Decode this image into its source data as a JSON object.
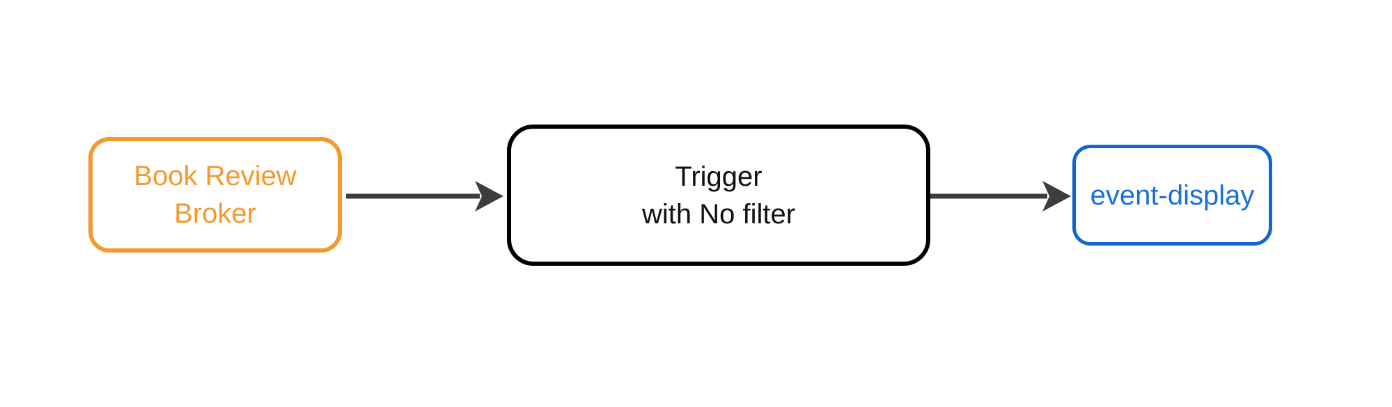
{
  "nodes": {
    "broker": {
      "lines": [
        "Book Review",
        "Broker"
      ]
    },
    "trigger": {
      "lines": [
        "Trigger",
        "with No filter"
      ]
    },
    "event_display": {
      "lines": [
        "event-display"
      ]
    }
  },
  "edges": [
    {
      "from": "Book Review Broker",
      "to": "Trigger with No filter"
    },
    {
      "from": "Trigger with No filter",
      "to": "event-display"
    }
  ],
  "colors": {
    "background": "#ffffff",
    "broker_border": "#f5992f",
    "broker_text": "#f5992f",
    "trigger_border": "#000000",
    "trigger_text": "#111111",
    "event_display_border": "#1266cc",
    "event_display_text": "#1a70d8",
    "arrow": "#3d3d3d"
  }
}
